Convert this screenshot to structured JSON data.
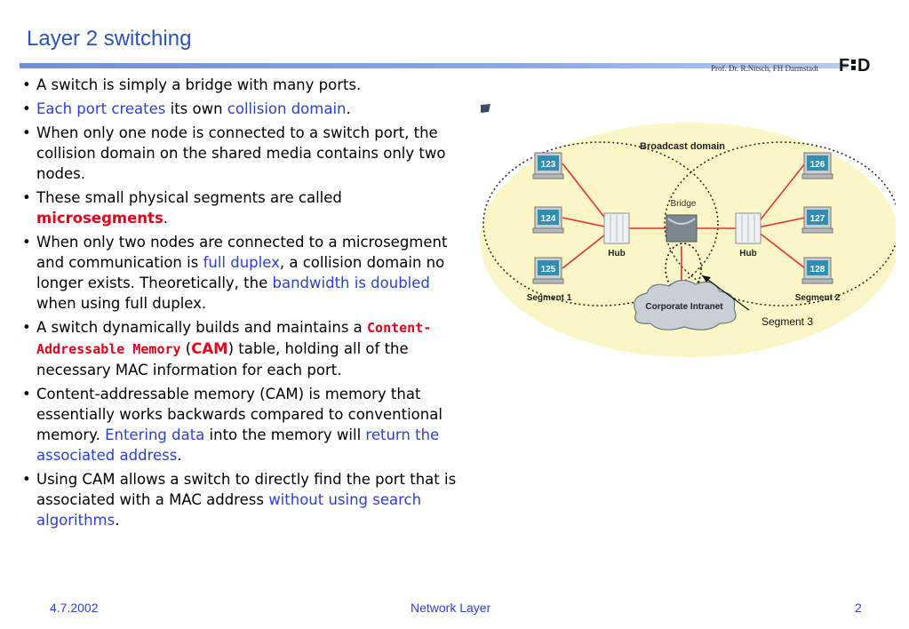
{
  "slide": {
    "title": "Layer 2 switching",
    "author": "Prof. Dr. R.Nitsch, FH Darmstadt"
  },
  "bullets": [
    {
      "parts": [
        {
          "text": "A switch is simply a bridge with many ports.",
          "style": "plain"
        }
      ]
    },
    {
      "parts": [
        {
          "text": "Each port creates",
          "style": "blue"
        },
        {
          "text": " its own ",
          "style": "plain"
        },
        {
          "text": "collision domain",
          "style": "blue"
        },
        {
          "text": ".",
          "style": "plain"
        }
      ]
    },
    {
      "parts": [
        {
          "text": "When only one node is connected to a switch port, the collision domain on the shared media contains only two nodes.",
          "style": "plain"
        }
      ]
    },
    {
      "parts": [
        {
          "text": "These small physical segments are called ",
          "style": "plain"
        },
        {
          "text": "microsegments",
          "style": "red"
        },
        {
          "text": ".",
          "style": "plain"
        }
      ]
    },
    {
      "parts": [
        {
          "text": "When only two nodes are connected to a microsegment and communication is ",
          "style": "plain"
        },
        {
          "text": "full duplex",
          "style": "blue"
        },
        {
          "text": ", a collision domain no longer exists. Theoretically, the ",
          "style": "plain"
        },
        {
          "text": "bandwidth is doubled",
          "style": "blue"
        },
        {
          "text": " when using full duplex.",
          "style": "plain"
        }
      ]
    },
    {
      "parts": [
        {
          "text": "A switch dynamically builds and maintains a ",
          "style": "plain"
        },
        {
          "text": "Content-Addressable Memory",
          "style": "red mono"
        },
        {
          "text": " (",
          "style": "plain"
        },
        {
          "text": "CAM",
          "style": "red"
        },
        {
          "text": ") table, holding all of the necessary MAC information for each port.",
          "style": "plain"
        }
      ]
    },
    {
      "parts": [
        {
          "text": "Content-addressable memory (CAM) is memory that essentially works backwards compared to conventional memory. ",
          "style": "plain"
        },
        {
          "text": "Entering data",
          "style": "blue"
        },
        {
          "text": " into the memory will ",
          "style": "plain"
        },
        {
          "text": "return the associated address",
          "style": "blue"
        },
        {
          "text": ".",
          "style": "plain"
        }
      ]
    },
    {
      "parts": [
        {
          "text": "Using CAM allows a switch to directly find the port that is associated with a MAC address ",
          "style": "plain"
        },
        {
          "text": "without using search algorithms",
          "style": "blue"
        },
        {
          "text": ".",
          "style": "plain"
        }
      ]
    }
  ],
  "diagram": {
    "broadcast_label": "Broadcast domain",
    "bridge_label": "Bridge",
    "hub_left": "Hub",
    "hub_right": "Hub",
    "segment1": "Segment 1",
    "segment2": "Segment 2",
    "segment3": "Segment 3",
    "cloud_label": "Corporate Intranet",
    "pcs_left": [
      "123",
      "124",
      "125"
    ],
    "pcs_right": [
      "126",
      "127",
      "128"
    ],
    "colors": {
      "ellipse": "#fbf6c5",
      "link": "#e23232",
      "pc_screen": "#2e8fb0"
    }
  },
  "footer": {
    "date": "4.7.2002",
    "center": "Network Layer",
    "page": "2"
  }
}
